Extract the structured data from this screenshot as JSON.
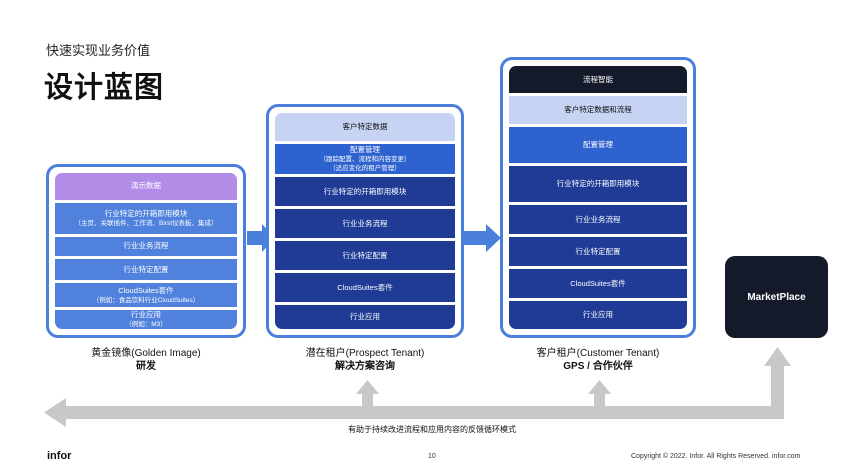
{
  "header": {
    "subtitle": "快速实现业务价值",
    "title": "设计蓝图"
  },
  "stage1": {
    "rows": [
      {
        "label": "演示数据"
      },
      {
        "label": "行业特定的开箱即用模块",
        "sub": "（主页、关联插件、工作流、Birst仪表板、集成）"
      },
      {
        "label": "行业业务流程"
      },
      {
        "label": "行业特定配置"
      },
      {
        "label": "CloudSuites套件",
        "sub": "（例如：食品饮料行业CloudSuites）"
      },
      {
        "label": "行业应用",
        "sub": "（例如：M3）"
      }
    ],
    "caption_line1": "黄金镜像(Golden Image)",
    "caption_line2": "研发"
  },
  "stage2": {
    "rows": [
      {
        "label": "客户特定数据"
      },
      {
        "label": "配置管理",
        "sub": "（跟踪配置、流程和内容变更）",
        "sub2": "（适应变化的租户管理）"
      },
      {
        "label": "行业特定的开箱即用模块"
      },
      {
        "label": "行业业务流程"
      },
      {
        "label": "行业特定配置"
      },
      {
        "label": "CloudSuites套件"
      },
      {
        "label": "行业应用"
      }
    ],
    "caption_line1": "潜在租户(Prospect Tenant)",
    "caption_line2": "解决方案咨询"
  },
  "stage3": {
    "rows": [
      {
        "label": "流程智能"
      },
      {
        "label": "客户特定数据和流程"
      },
      {
        "label": "配置管理"
      },
      {
        "label": "行业特定的开箱即用模块"
      },
      {
        "label": "行业业务流程"
      },
      {
        "label": "行业特定配置"
      },
      {
        "label": "CloudSuites套件"
      },
      {
        "label": "行业应用"
      }
    ],
    "caption_line1": "客户租户(Customer Tenant)",
    "caption_line2": "GPS / 合作伙伴"
  },
  "marketplace": {
    "label": "MarketPlace"
  },
  "feedback": {
    "label": "有助于持续改进流程和应用内容的反馈循环模式"
  },
  "footer": {
    "logo": "infor",
    "page": "10",
    "copyright": "Copyright © 2022. Infor. All Rights Reserved. infor.com"
  },
  "colors": {
    "frame_border": "#4a7fdc",
    "purple": "#b28de8",
    "light_blue": "#c7d3f3",
    "mid_blue": "#4f81dd",
    "blue": "#2e62cf",
    "dark_blue": "#1f3b96",
    "near_black": "#141a2a",
    "arrow_blue": "#4a7fdc",
    "arrow_gray": "#c8c8c8"
  }
}
